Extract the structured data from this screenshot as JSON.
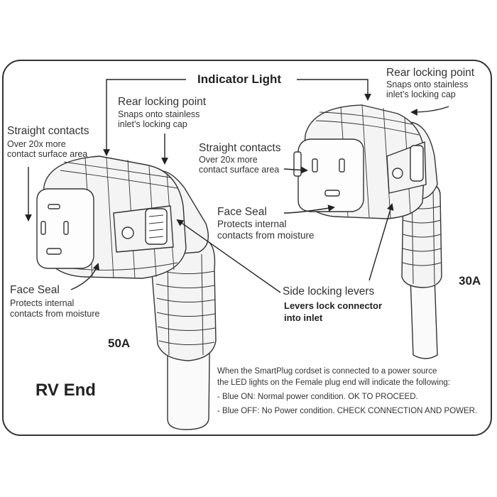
{
  "labels": {
    "indicator_light": "Indicator Light",
    "rear_locking_left_title": "Rear locking point",
    "rear_locking_left_sub1": "Snaps onto stainless",
    "rear_locking_left_sub2": "inlet’s locking cap",
    "rear_locking_right_title": "Rear locking point",
    "rear_locking_right_sub1": "Snaps onto stainless",
    "rear_locking_right_sub2": "inlet’s locking cap",
    "straight_left_title": "Straight contacts",
    "straight_left_sub1": "Over 20x more",
    "straight_left_sub2": "contact surface area",
    "straight_mid_title": "Straight contacts",
    "straight_mid_sub1": "Over 20x more",
    "straight_mid_sub2": "contact surface area",
    "face_seal_mid_title": "Face Seal",
    "face_seal_mid_sub1": "Protects internal",
    "face_seal_mid_sub2": "contacts from moisture",
    "face_seal_left_title": "Face Seal",
    "face_seal_left_sub1": "Protects internal",
    "face_seal_left_sub2": "contacts from moisture",
    "side_locking_title": "Side locking levers",
    "side_locking_sub1": "Levers lock connector",
    "side_locking_sub2": "into inlet",
    "amp_50": "50A",
    "amp_30": "30A",
    "rv_end": "RV End"
  },
  "note": {
    "line1": "When the SmartPlug cordset is connected to a power source",
    "line2": "the LED lights on the Female plug end will indicate the following:",
    "line3": "- Blue ON: Normal power condition. OK TO PROCEED.",
    "line4": "- Blue OFF: No Power condition. CHECK CONNECTION AND POWER."
  },
  "colors": {
    "line": "#333333",
    "fill": "#f4f4f4",
    "background": "#ffffff"
  }
}
